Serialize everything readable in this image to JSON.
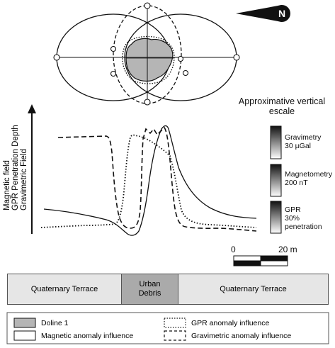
{
  "vertical_scale": {
    "title": "Approximative vertical escale",
    "items": [
      {
        "name": "Gravimetry",
        "value": "30 µGal"
      },
      {
        "name": "Magnetometry",
        "value": "200 nT"
      },
      {
        "name": "GPR",
        "value": "30% penetration"
      }
    ]
  },
  "field_labels": [
    "Gravimetric Field",
    "GPR Penetration Depth",
    "Magnetic field"
  ],
  "map_scale": {
    "start": "0",
    "end": "20 m"
  },
  "terrain": [
    {
      "label": "Quaternary Terrace"
    },
    {
      "label": "Urban Debris"
    },
    {
      "label": "Quaternary Terrace"
    }
  ],
  "legend": [
    {
      "label": "Doline 1",
      "style": "filled-gray"
    },
    {
      "label": "GPR anomaly influence",
      "style": "dotted"
    },
    {
      "label": "Magnetic anomaly influence",
      "style": "solid"
    },
    {
      "label": "Gravimetric anomaly influence",
      "style": "dashed"
    }
  ],
  "north_arrow": {
    "letter": "N"
  },
  "colors": {
    "doline_fill": "#b5b5b5",
    "urban_debris_fill": "#aaaaaa",
    "terrace_fill": "#e6e6e6",
    "line": "#111111"
  }
}
